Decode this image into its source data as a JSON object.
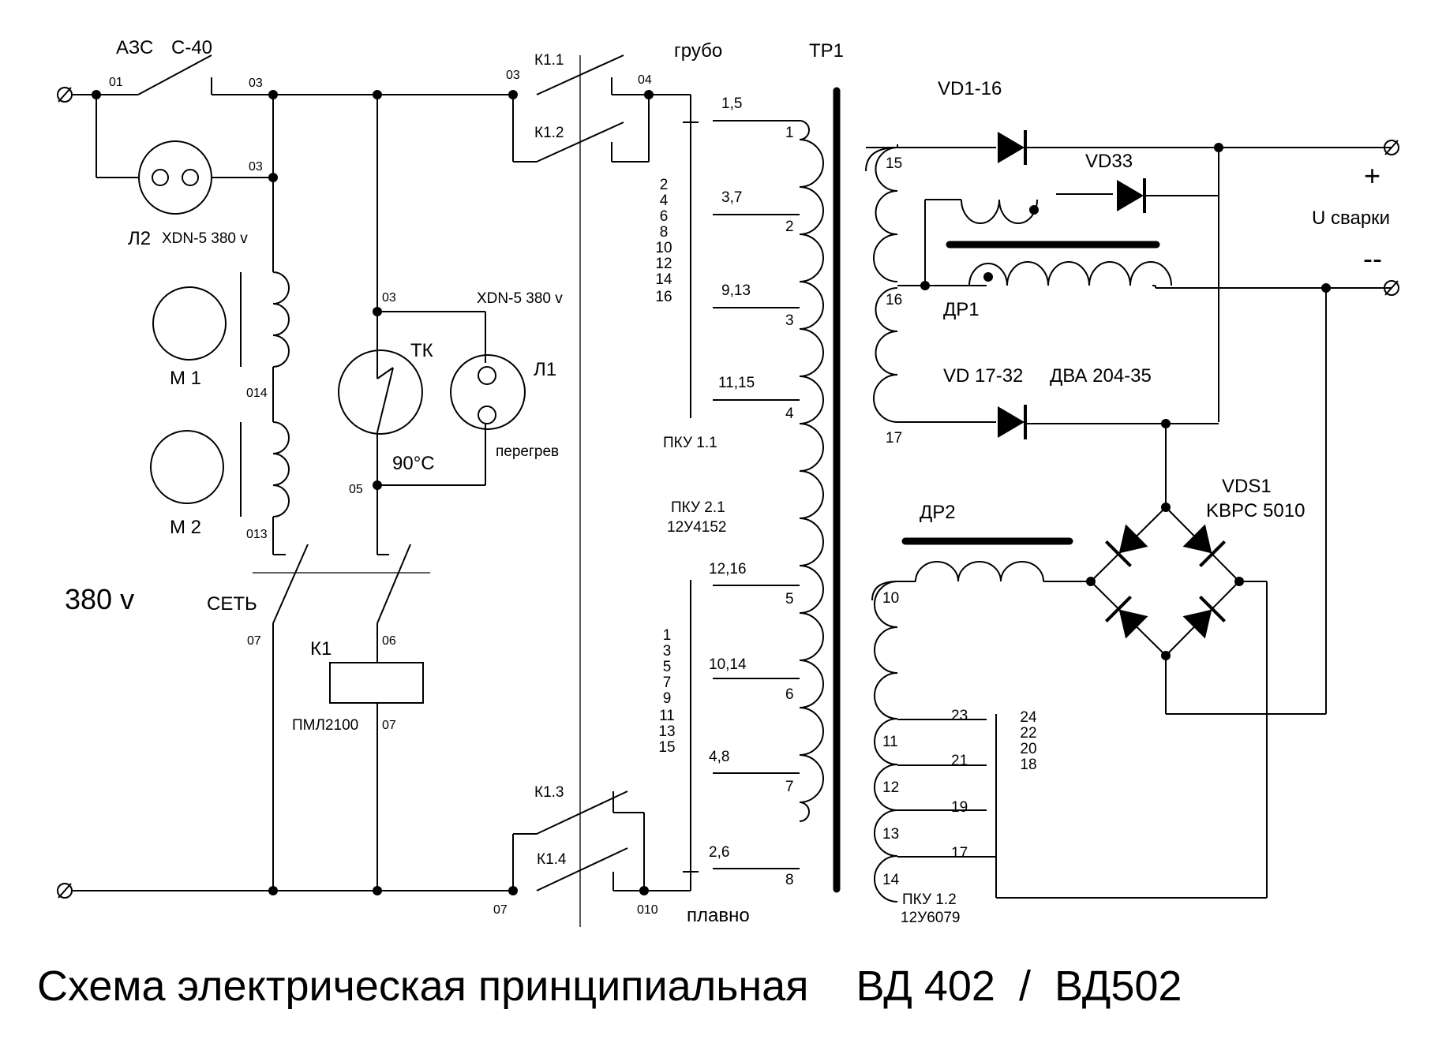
{
  "title": "Схема электрическая принципиальная    ВД 402  /  ВД502",
  "components": {
    "azs": "АЗС",
    "c40": "С-40",
    "l2": "Л2",
    "xdn_l2": "XDN-5 380 v",
    "m1": "М 1",
    "m2": "М 2",
    "tk": "ТК",
    "temp": "90°C",
    "l1": "Л1",
    "xdn_l1": "XDN-5 380 v",
    "peregrev": "перегрев",
    "seti": "СЕТЬ",
    "v380": "380 v",
    "k1": "К1",
    "pml": "ПМЛ2100",
    "k11": "К1.1",
    "k12": "К1.2",
    "k13": "К1.3",
    "k14": "К1.4",
    "grubo": "грубо",
    "plavno": "плавно",
    "tr1": "ТР1",
    "pku11": "ПКУ 1.1",
    "pku21": "ПКУ 2.1",
    "pku21_code": "12У4152",
    "pku12": "ПКУ 1.2",
    "pku12_code": "12У6079",
    "vd116": "VD1-16",
    "vd33": "VD33",
    "vd1732": "VD 17-32",
    "dva": "ДВА 204-35",
    "dr1": "ДР1",
    "dr2": "ДР2",
    "vds1": "VDS1",
    "kbpc": "KBPC 5010",
    "plus": "+",
    "minus": "--",
    "u_svarki": "U сварки"
  },
  "nodes": {
    "n01": "01",
    "n03a": "03",
    "n03b": "03",
    "n03c": "03",
    "n03d": "03",
    "n04": "04",
    "n014": "014",
    "n013": "013",
    "n05": "05",
    "n06": "06",
    "n07a": "07",
    "n07b": "07",
    "n07c": "07",
    "n010": "010"
  },
  "primary": {
    "numbers": [
      "1",
      "2",
      "3",
      "4",
      "5",
      "6",
      "7",
      "8"
    ],
    "taps": [
      "1,5",
      "3,7",
      "9,13",
      "11,15",
      "12,16",
      "10,14",
      "4,8",
      "2,6"
    ],
    "list_top": [
      "2",
      "4",
      "6",
      "8",
      "10",
      "12",
      "14",
      "16"
    ],
    "list_bottom": [
      "1",
      "3",
      "5",
      "7",
      "9",
      "11",
      "13",
      "15"
    ]
  },
  "secondary": {
    "t15": "15",
    "t16": "16",
    "t17": "17",
    "t10": "10",
    "t11": "11",
    "t12": "12",
    "t13": "13",
    "t14": "14",
    "taps": [
      "23",
      "21",
      "19",
      "17"
    ],
    "list": [
      "24",
      "22",
      "20",
      "18"
    ]
  }
}
